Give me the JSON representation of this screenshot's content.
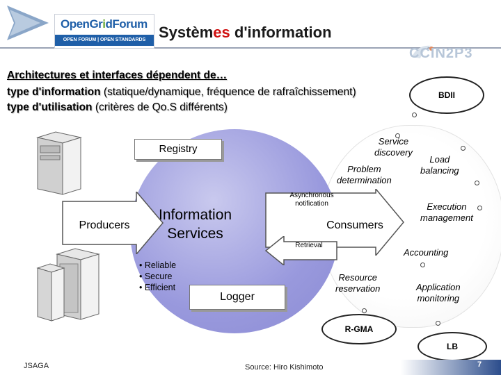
{
  "header": {
    "org_name_part1": "OpenGr",
    "org_name_part2": "i",
    "org_name_part3": "dForum",
    "org_tagline": "OPEN FORUM | OPEN STANDARDS",
    "title_part1": "Systèm",
    "title_part2": "es",
    "title_part3": " d'information",
    "partner_logo": "CCIN2P3"
  },
  "intro": {
    "line0": "Architectures et interfaces dépendent de…",
    "line1_bold": "type d'information",
    "line1_rest": " (statique/dynamique, fréquence de rafraîchissement)",
    "line2_bold": "type d'utilisation",
    "line2_rest": " (critères de Qo.S différents)"
  },
  "diagram": {
    "registry": "Registry",
    "info_services_line1": "Information",
    "info_services_line2": "Services",
    "bullets": [
      "• Reliable",
      "• Secure",
      "• Efficient"
    ],
    "logger": "Logger",
    "producers": "Producers",
    "consumers": "Consumers",
    "async_notification": "Asynchronous notification",
    "retrieval": "Retrieval",
    "service_discovery_1": "Service",
    "service_discovery_2": "discovery",
    "load_balancing_1": "Load",
    "load_balancing_2": "balancing",
    "problem_determination_1": "Problem",
    "problem_determination_2": "determination",
    "execution_management_1": "Execution",
    "execution_management_2": "management",
    "accounting": "Accounting",
    "resource_reservation_1": "Resource",
    "resource_reservation_2": "reservation",
    "application_monitoring_1": "Application",
    "application_monitoring_2": "monitoring",
    "bdii": "BDII",
    "rgma": "R-GMA",
    "lb": "LB"
  },
  "footer": {
    "left": "JSAGA",
    "source": "Source: Hiro Kishimoto",
    "page_number": "7"
  },
  "colors": {
    "title_accent": "#d01010",
    "circle_fill": "#9999dd",
    "ogf_blue": "#1f5fa8",
    "ogf_green": "#6aa93a"
  }
}
